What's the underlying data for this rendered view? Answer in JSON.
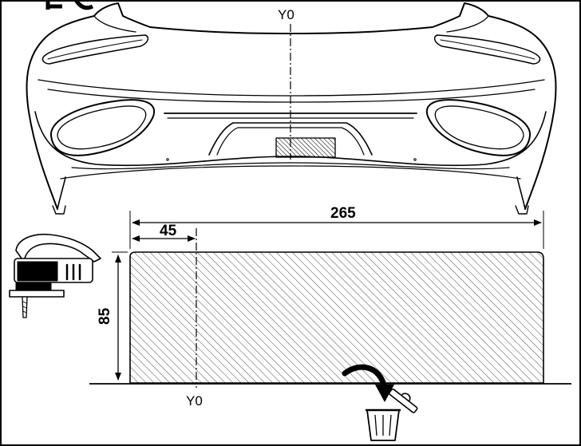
{
  "axis_labels": {
    "top": "Y0",
    "bottom": "Y0"
  },
  "dimensions": {
    "width": "265",
    "offset": "45",
    "height": "85"
  },
  "icons": {
    "bumper": "rear-bumper-outline",
    "jigsaw": "jigsaw-tool-icon",
    "arrow": "curved-arrow-icon",
    "trash": "trash-bin-icon"
  },
  "colors": {
    "line": "#000000",
    "background": "#ffffff"
  }
}
